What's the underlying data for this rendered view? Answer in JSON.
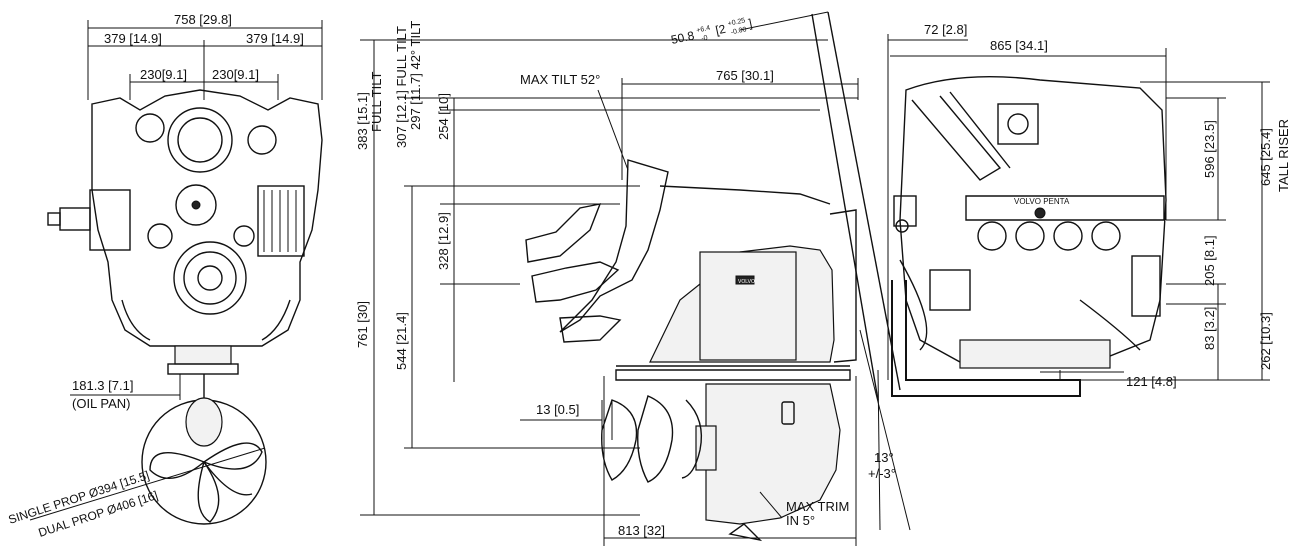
{
  "front_view": {
    "width_total": "758 [29.8]",
    "half_left": "379 [14.9]",
    "half_right": "379 [14.9]",
    "inner_left": "230[9.1]",
    "inner_right": "230[9.1]",
    "oil_pan_value": "181.3 [7.1]",
    "oil_pan_label": "(OIL PAN)",
    "single_prop": "SINGLE PROP Ø394 [15.5]",
    "dual_prop": "DUAL PROP  Ø406 [16]"
  },
  "side_view": {
    "tolerance_main": "50.8",
    "tolerance_main_sup": "+6.4",
    "tolerance_main_sub": "-0",
    "tolerance_inch": "[2",
    "tolerance_inch_sup": "+0.25",
    "tolerance_inch_sub": "-0.00",
    "tolerance_inch_close": "]",
    "max_tilt": "MAX TILT 52°",
    "length_top": "765 [30.1]",
    "full_tilt_value": "383 [15.1]",
    "full_tilt_label": "FULL TILT",
    "full_tilt_2": "307 [12.1] FULL TILT",
    "tilt_42": "297 [11.7] 42° TILT",
    "dim_254": "254 [10]",
    "dim_328": "328 [12.9]",
    "dim_761": "761  [30]",
    "dim_544": "544  [21.4]",
    "dim_13": "13 [0.5]",
    "angle_13": "13°",
    "angle_tol": "+/-3°",
    "max_trim": "MAX TRIM",
    "max_trim_in": "IN 5°",
    "length_bottom": "813 [32]",
    "drive_badge": "VOLVO"
  },
  "top_view": {
    "dim_72": "72 [2.8]",
    "dim_865": "865 [34.1]",
    "dim_596": "596 [23.5]",
    "dim_645": "645 [25.4]",
    "tall_riser": "TALL RISER",
    "dim_205": "205 [8.1]",
    "dim_83": "83 [3.2]",
    "dim_262": "262 [10.3]",
    "dim_121": "121 [4.8]",
    "brand": "VOLVO PENTA"
  }
}
